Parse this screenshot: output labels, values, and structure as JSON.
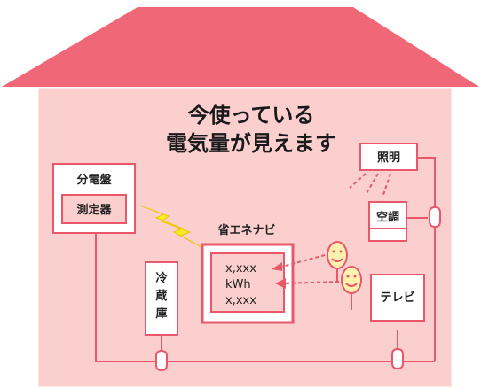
{
  "title": {
    "line1": "今使っている",
    "line2": "電気量が見えます"
  },
  "panel": {
    "label": "分電盤",
    "meter_label": "測定器"
  },
  "navi": {
    "label": "省エネナビ",
    "reading_line1": "x,xxx",
    "reading_line2": "kWh",
    "reading_line3": "x,xxx"
  },
  "appliances": {
    "lighting": "照明",
    "aircon": "空調",
    "tv": "テレビ",
    "fridge": [
      "冷",
      "蔵",
      "庫"
    ]
  },
  "colors": {
    "roof": "#f06878",
    "wall": "#fccfcf",
    "line": "#e8586a",
    "lightning": "#f5ec2a",
    "face": "#fff2b0"
  },
  "icons": {
    "lightning": "lightning-bolt-icon",
    "people": "smiley-person-icon",
    "light_rays": "light-rays-icon",
    "plug": "outlet-plug-icon"
  }
}
